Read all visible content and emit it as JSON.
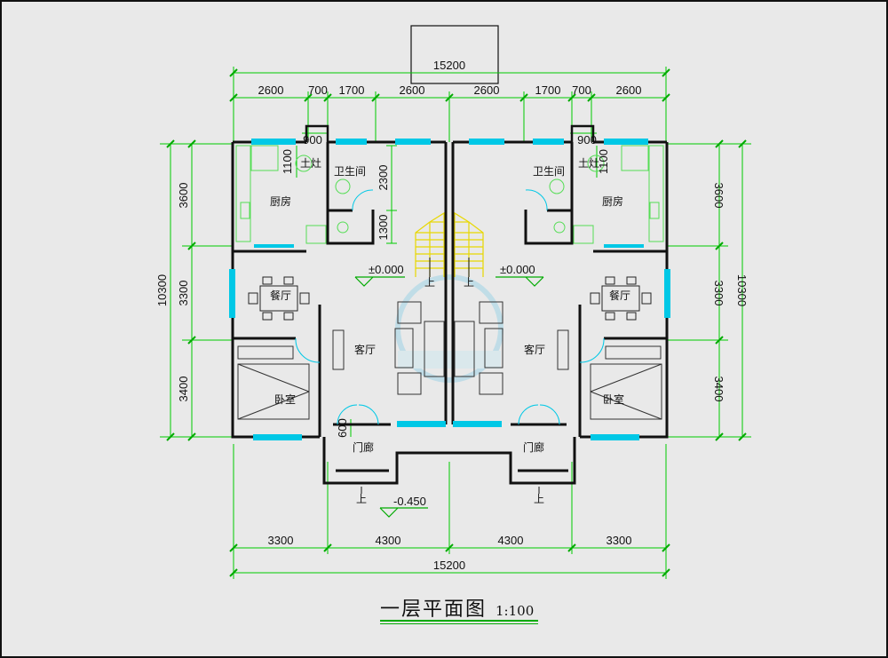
{
  "title": {
    "main": "一层平面图",
    "scale": "1:100"
  },
  "dimensions": {
    "top_overall": "15200",
    "top_segments": [
      "2600",
      "700",
      "1700",
      "2600",
      "2600",
      "1700",
      "700",
      "2600"
    ],
    "bottom_overall": "15200",
    "bottom_segments": [
      "3300",
      "4300",
      "4300",
      "3300"
    ],
    "left_overall": "10300",
    "left_segments": [
      "3600",
      "3300",
      "3400"
    ],
    "right_overall": "10300",
    "right_segments": [
      "3600",
      "3300",
      "3400"
    ],
    "stove_width_left": "900",
    "stove_width_right": "900",
    "stove_depth_left": "1100",
    "stove_depth_right": "1100",
    "bath_dim_a": "2300",
    "bath_dim_b": "1300",
    "porch_step": "600"
  },
  "rooms": {
    "stove": "土灶",
    "bathroom": "卫生间",
    "kitchen": "厨房",
    "dining": "餐厅",
    "living": "客厅",
    "bedroom": "卧室",
    "porch": "门廊"
  },
  "elevations": {
    "floor": "±0.000",
    "outside": "-0.450"
  },
  "stair_label": "上",
  "colors": {
    "wall": "#111111",
    "dimension": "#00cc00",
    "window": "#00c8e6",
    "stairs": "#e8d800",
    "watermark": "#9fd3e6"
  }
}
